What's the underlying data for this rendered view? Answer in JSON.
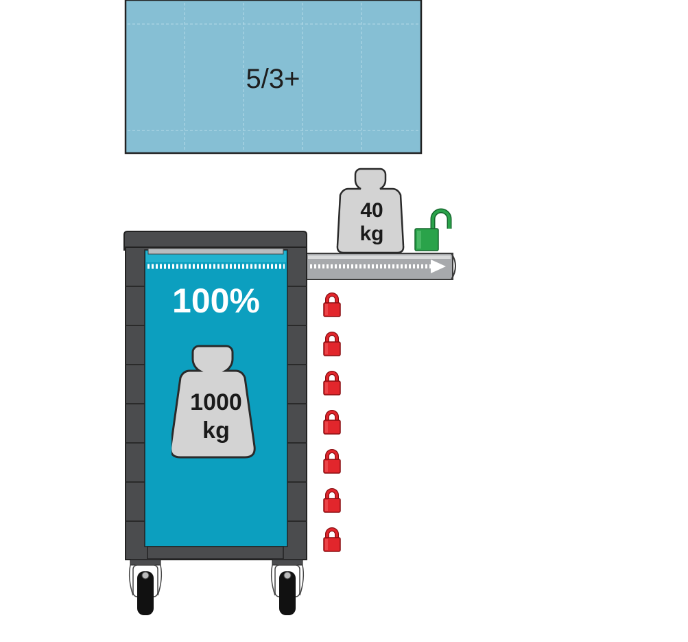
{
  "insert_tray": {
    "label": "5/3+",
    "fill": "#86bfd4"
  },
  "cabinet": {
    "fill_label": "100%",
    "weight_value": "1000",
    "weight_unit": "kg",
    "body_color": "#0c9fbf",
    "frame_color": "#4b4c4e"
  },
  "drawer_load": {
    "weight_value": "40",
    "weight_unit": "kg"
  },
  "locks": {
    "open_lock_color": "#2aa34a",
    "closed_lock_color": "#d92027",
    "closed_count": 7
  }
}
